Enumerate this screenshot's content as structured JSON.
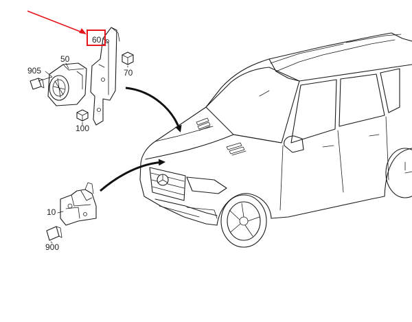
{
  "parts": [
    {
      "id": "p10",
      "label": "10"
    },
    {
      "id": "p50",
      "label": "50"
    },
    {
      "id": "p60",
      "label": "60"
    },
    {
      "id": "p70",
      "label": "70"
    },
    {
      "id": "p100",
      "label": "100"
    },
    {
      "id": "p900",
      "label": "900"
    },
    {
      "id": "p905",
      "label": "905"
    }
  ],
  "highlight": {
    "color": "#e8141b"
  }
}
